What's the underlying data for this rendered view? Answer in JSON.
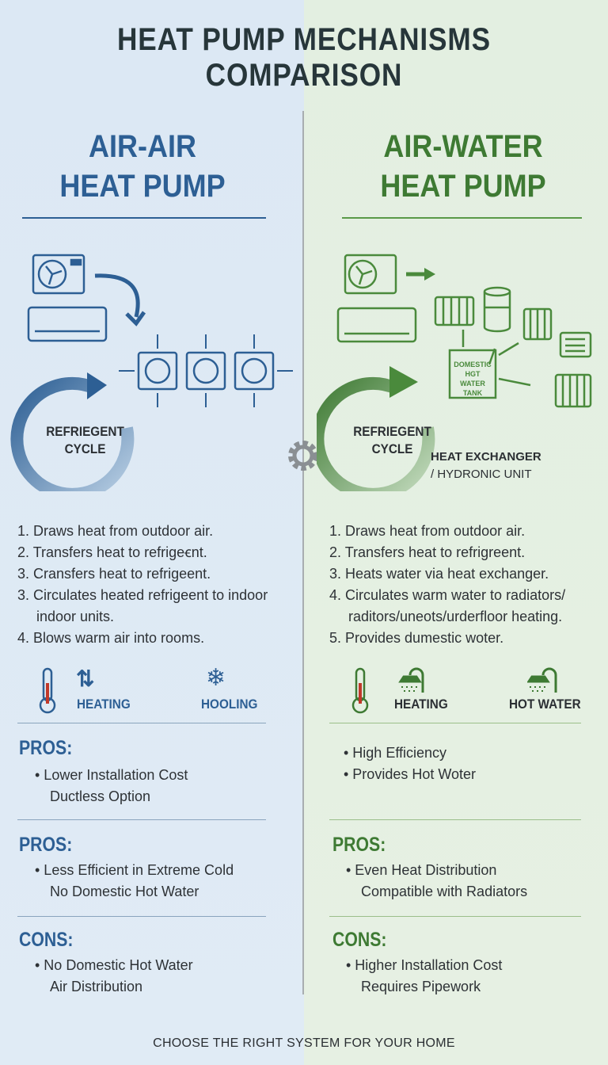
{
  "title": "HEAT PUMP MECHANISMS COMPARISON",
  "colors": {
    "blue": "#2d5f94",
    "green": "#3e7a33",
    "left_bg": "#dce8f4",
    "right_bg": "#e3efe1"
  },
  "left": {
    "heading_line1": "AIR-AIR",
    "heading_line2": "HEAT PUMP",
    "cycle_label_line1": "REFRIEGENT",
    "cycle_label_line2": "CYCLE",
    "steps": [
      "1. Draws heat from outdoor air.",
      "2. Transfers heat to refrigeꞓnt.",
      "3. Cransfers heat to refrigeent.",
      "3. Circulates heated refrigeent to indoor",
      "indoor units.",
      "4. Blows warm air into rooms."
    ],
    "modes": [
      {
        "icon": "thermometer-icon",
        "label": ""
      },
      {
        "icon": "up-down-arrows-icon",
        "label": "HEATING"
      },
      {
        "icon": "snowflake-icon",
        "label": "HOOLING"
      }
    ],
    "pros1_title": "PROS:",
    "pros1": [
      "• Lower Installation Cost",
      "Ductless Option"
    ],
    "pros2_title": "PROS:",
    "pros2": [
      "• Less Efficient in Extreme Cold",
      "No Domestic Hot Water"
    ],
    "cons_title": "CONS:",
    "cons": [
      "• No Domestic Hot Water",
      "Air Distribution"
    ]
  },
  "right": {
    "heading_line1": "AIR-WATER",
    "heading_line2": "HEAT PUMP",
    "tank_label": [
      "DOMESTIC",
      "HGT",
      "WATER",
      "TANK"
    ],
    "cycle_label_line1": "REFRIEGENT",
    "cycle_label_line2": "CYCLE",
    "exchanger_line1": "HEAT EXCHANGER",
    "exchanger_line2": "/ HYDRONIC UNIT",
    "steps": [
      "1. Draws heat from outdoor air.",
      "2. Transfers heat to refrigreent.",
      "3. Heats water via heat exchanger.",
      "4. Circulates warm water to radiators/",
      "raditors/uneots/urderfloor heating.",
      "5. Provides dumestic woter."
    ],
    "modes": [
      {
        "icon": "thermometer-icon",
        "label": ""
      },
      {
        "icon": "shower-icon",
        "label": "HEATING"
      },
      {
        "icon": "shower-icon",
        "label": "HOT WATER"
      }
    ],
    "bullets": [
      "• High Efficiency",
      "• Provides Hot Woter"
    ],
    "pros_title": "PROS:",
    "pros": [
      "• Even Heat Distribution",
      "Compatible with Radiators"
    ],
    "cons_title": "CONS:",
    "cons": [
      "• Higher Installation Cost",
      "Requires Pipework"
    ]
  },
  "footer": "CHOOSE THE RIGHT SYSTEM FOR YOUR HOME"
}
